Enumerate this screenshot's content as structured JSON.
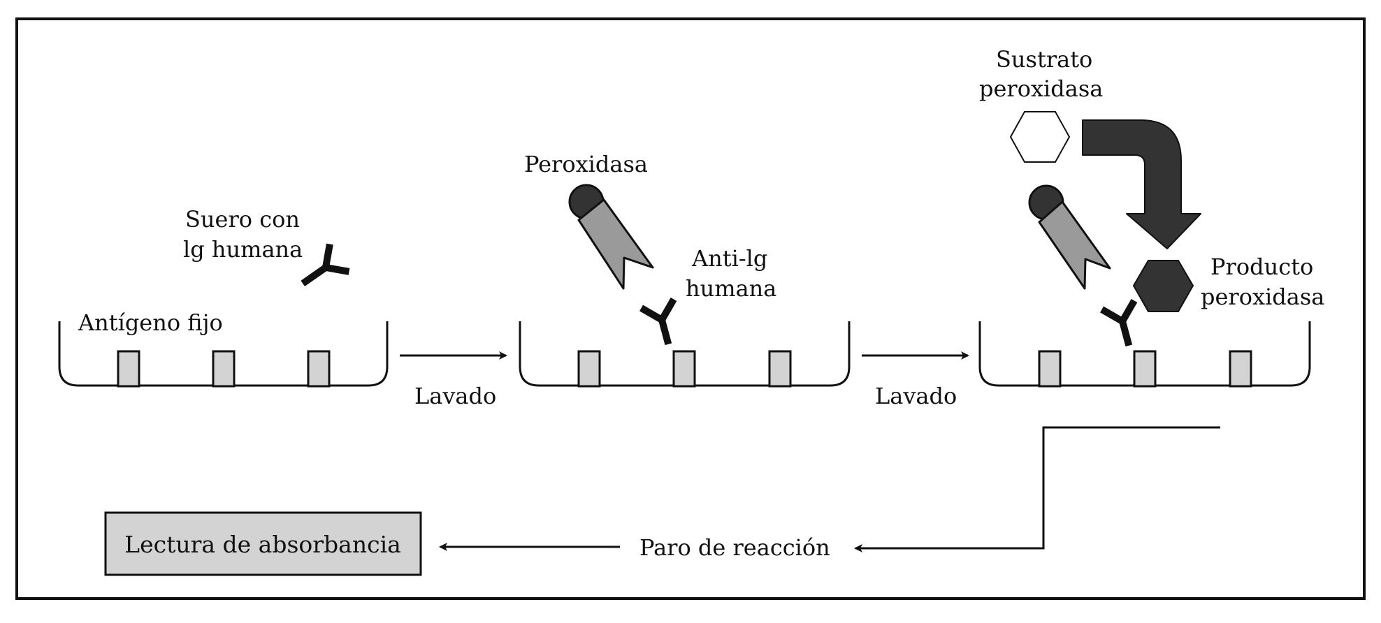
{
  "labels": {
    "step1_serum_line1": "Suero con",
    "step1_serum_line2": "lg humana",
    "step1_antigen": "Antígeno fijo",
    "step2_peroxidase": "Peroxidasa",
    "step2_anti_line1": "Anti-lg",
    "step2_anti_line2": "humana",
    "step3_substrate_line1": "Sustrato",
    "step3_substrate_line2": "peroxidasa",
    "step3_product_line1": "Producto",
    "step3_product_line2": "peroxidasa",
    "wash_1": "Lavado",
    "wash_2": "Lavado",
    "stop_reaction": "Paro de reacción",
    "read_absorbance": "Lectura de absorbancia"
  },
  "colors": {
    "outline": "#111111",
    "antigen_fill": "#d3d3d3",
    "enzyme_fill": "#333333",
    "conjugate_fill": "#9a9a9a",
    "result_box_fill": "#d3d3d3"
  }
}
